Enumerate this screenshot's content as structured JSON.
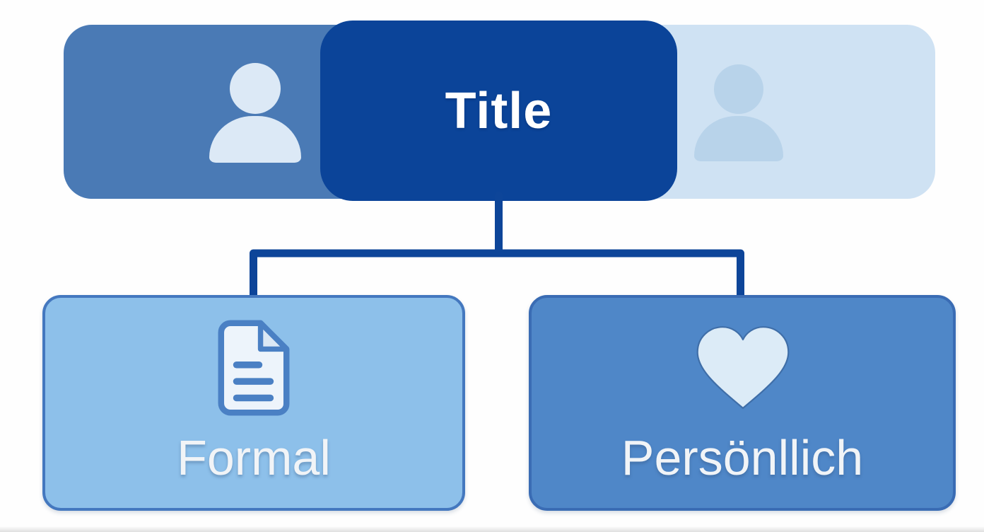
{
  "diagram": {
    "root": {
      "label": "Title"
    },
    "top_bar": {
      "left_segment_icon": "person-icon",
      "right_segment_icon": "person-icon"
    },
    "children": [
      {
        "label": "Formal",
        "icon": "document-icon"
      },
      {
        "label": "Persönllich",
        "icon": "heart-icon"
      }
    ]
  },
  "colors": {
    "background": "#fefefe",
    "bar_left_segment": "#4a7ab5",
    "bar_right_segment": "#cfe2f3",
    "title_box": "#0b4499",
    "title_text": "#ffffff",
    "connector": "#0d4599",
    "formal_fill": "#8dc0ea",
    "formal_border": "#4478bf",
    "personal_fill": "#4f87c8",
    "personal_border": "#3a6cb4",
    "person_icon_on_medium": "#dce9f6",
    "person_icon_on_light": "#b8d3ea",
    "document_icon_stroke": "#4a80c4",
    "document_icon_fill": "#edf4fb",
    "heart_icon_fill": "#dcebf7",
    "node_label_text": "#f1f4f7"
  }
}
